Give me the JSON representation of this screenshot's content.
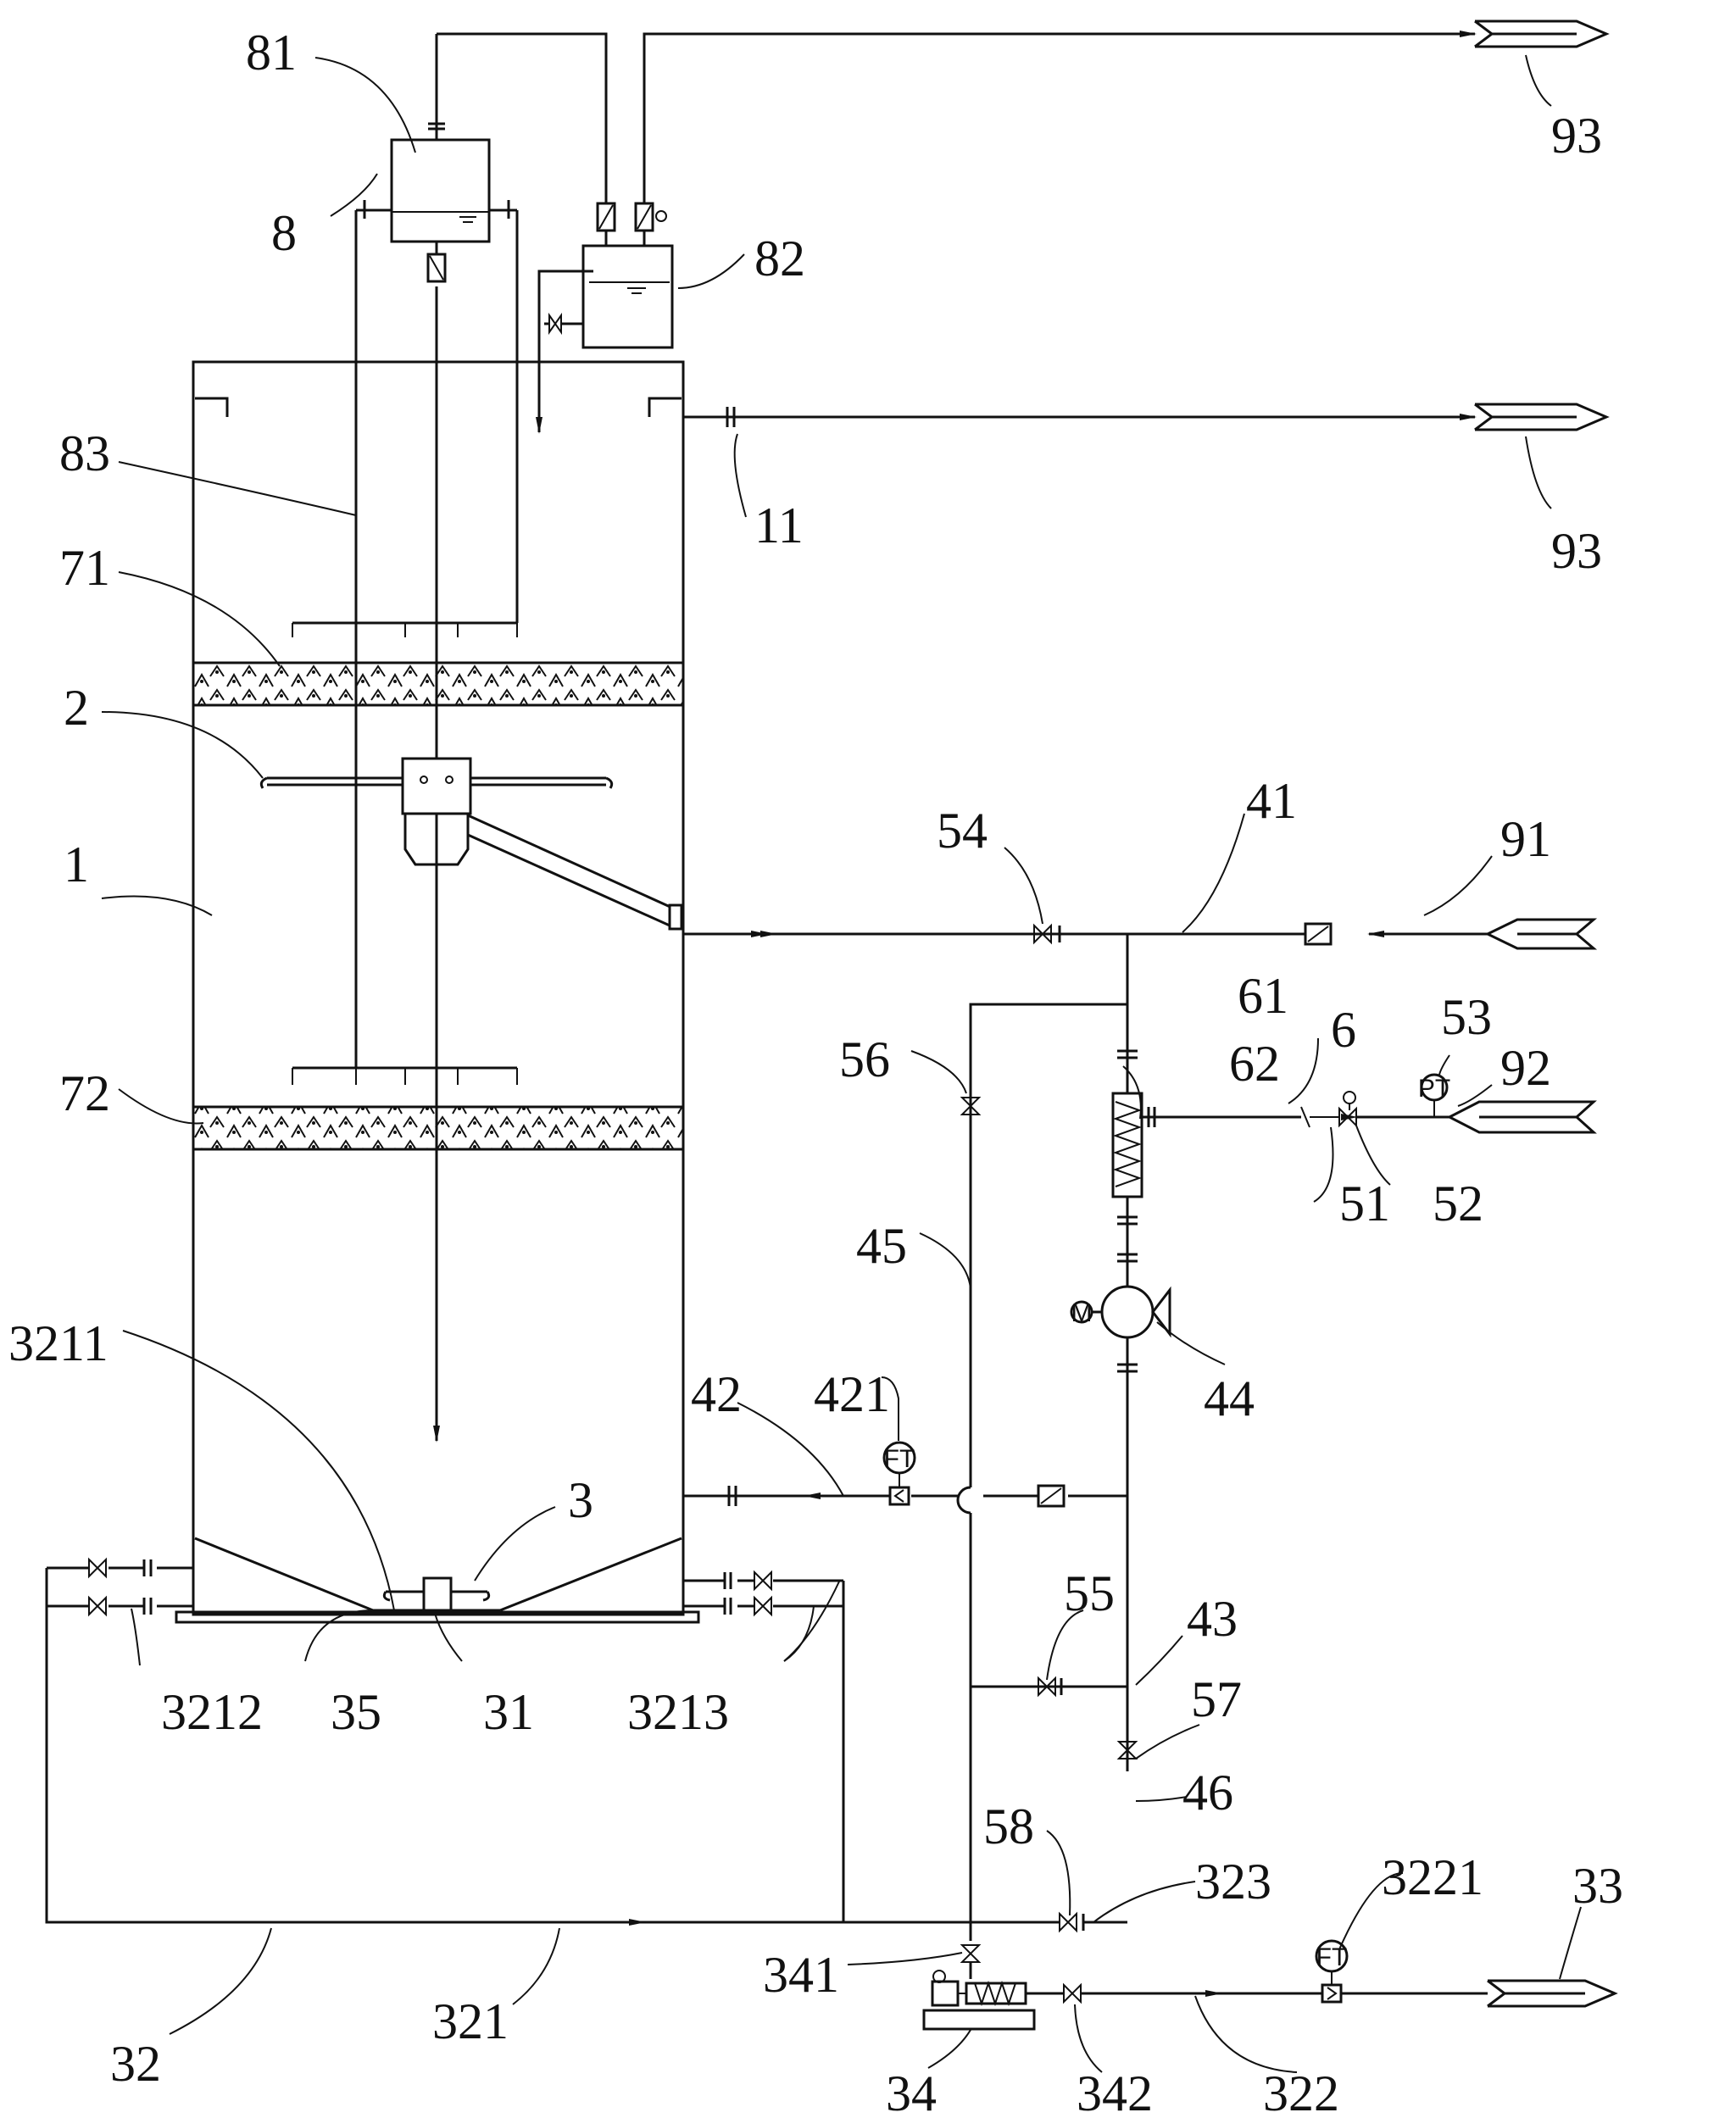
{
  "labels": {
    "l81": "81",
    "l8": "8",
    "l82": "82",
    "l93a": "93",
    "l93b": "93",
    "l83": "83",
    "l11": "11",
    "l71": "71",
    "l2": "2",
    "l1": "1",
    "l54": "54",
    "l41": "41",
    "l91": "91",
    "l61": "61",
    "l6": "6",
    "l53": "53",
    "l92": "92",
    "l56": "56",
    "l62": "62",
    "l72": "72",
    "l51": "51",
    "l52": "52",
    "l45": "45",
    "l44": "44",
    "l3211": "3211",
    "l42": "42",
    "l421": "421",
    "l3": "3",
    "l55": "55",
    "l43": "43",
    "l3212": "3212",
    "l35": "35",
    "l31": "31",
    "l3213": "3213",
    "l57": "57",
    "l46": "46",
    "l58": "58",
    "l323": "323",
    "l3221": "3221",
    "l33": "33",
    "l341": "341",
    "l32": "32",
    "l321": "321",
    "l34": "34",
    "l342": "342",
    "l322": "322"
  },
  "instruments": {
    "ft_421": "FT",
    "ft_3221": "FT",
    "pt_53": "PT",
    "motor_44": "M"
  }
}
